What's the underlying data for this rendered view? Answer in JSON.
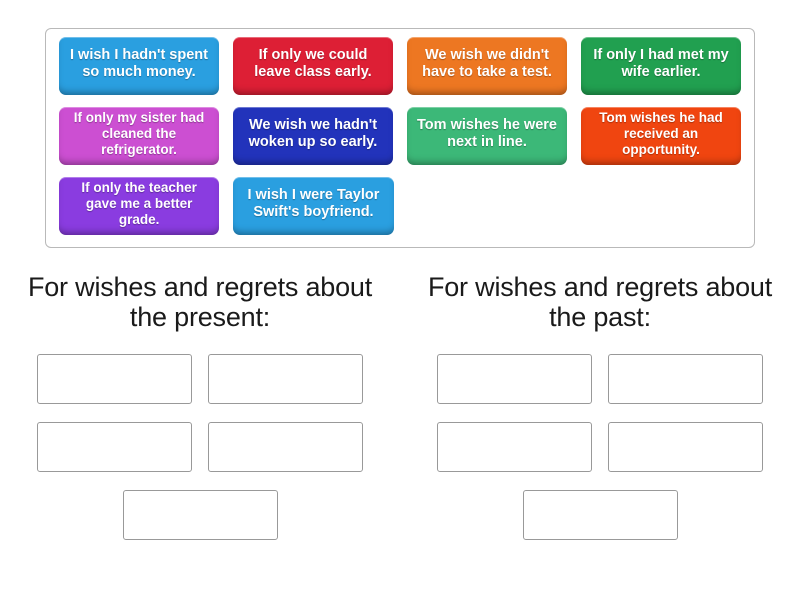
{
  "tray": {
    "name": "word-tile-tray",
    "rows": [
      [
        {
          "text": "I wish I hadn't spent so much money.",
          "color": "#2a9fe0",
          "name": "tile-wish-money"
        },
        {
          "text": "If only we could leave class early.",
          "color": "#dd1f35",
          "name": "tile-leave-class-early"
        },
        {
          "text": "We wish we didn't have to take a test.",
          "color": "#ed7722",
          "name": "tile-take-a-test"
        },
        {
          "text": "If only I had met my wife earlier.",
          "color": "#21a050",
          "name": "tile-met-wife-earlier"
        }
      ],
      [
        {
          "text": "If only my sister had cleaned the refrigerator.",
          "color": "#cc4fd2",
          "name": "tile-sister-refrigerator"
        },
        {
          "text": "We wish we hadn't woken up so early.",
          "color": "#2233bb",
          "name": "tile-woken-up-early"
        },
        {
          "text": "Tom wishes he were next in line.",
          "color": "#3cb878",
          "name": "tile-next-in-line"
        },
        {
          "text": "Tom wishes he had received an opportunity.",
          "color": "#f04510",
          "name": "tile-received-opportunity"
        }
      ],
      [
        {
          "text": "If only the teacher gave me a better grade.",
          "color": "#8a3ce0",
          "name": "tile-better-grade"
        },
        {
          "text": "I wish I were Taylor Swift's boyfriend.",
          "color": "#2a9fe0",
          "name": "tile-taylor-swift-boyfriend"
        }
      ]
    ]
  },
  "columns": [
    {
      "title": "For wishes and regrets about the present:",
      "name": "category-present",
      "dropzone_count": 5
    },
    {
      "title": "For wishes and regrets about the past:",
      "name": "category-past",
      "dropzone_count": 5
    }
  ]
}
